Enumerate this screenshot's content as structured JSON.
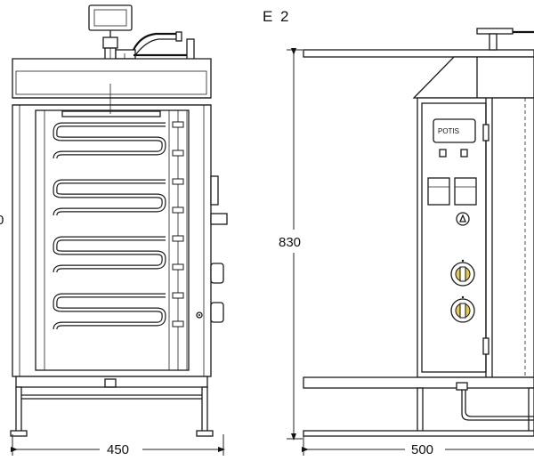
{
  "title": "E 2",
  "brand_label": "POTIS",
  "dimensions": {
    "width_front": "450",
    "depth_side": "500",
    "height_side": "830",
    "height_front_partial": "0"
  },
  "colors": {
    "line": "#1a1a1a",
    "knob_accent": "#e8c84a"
  }
}
